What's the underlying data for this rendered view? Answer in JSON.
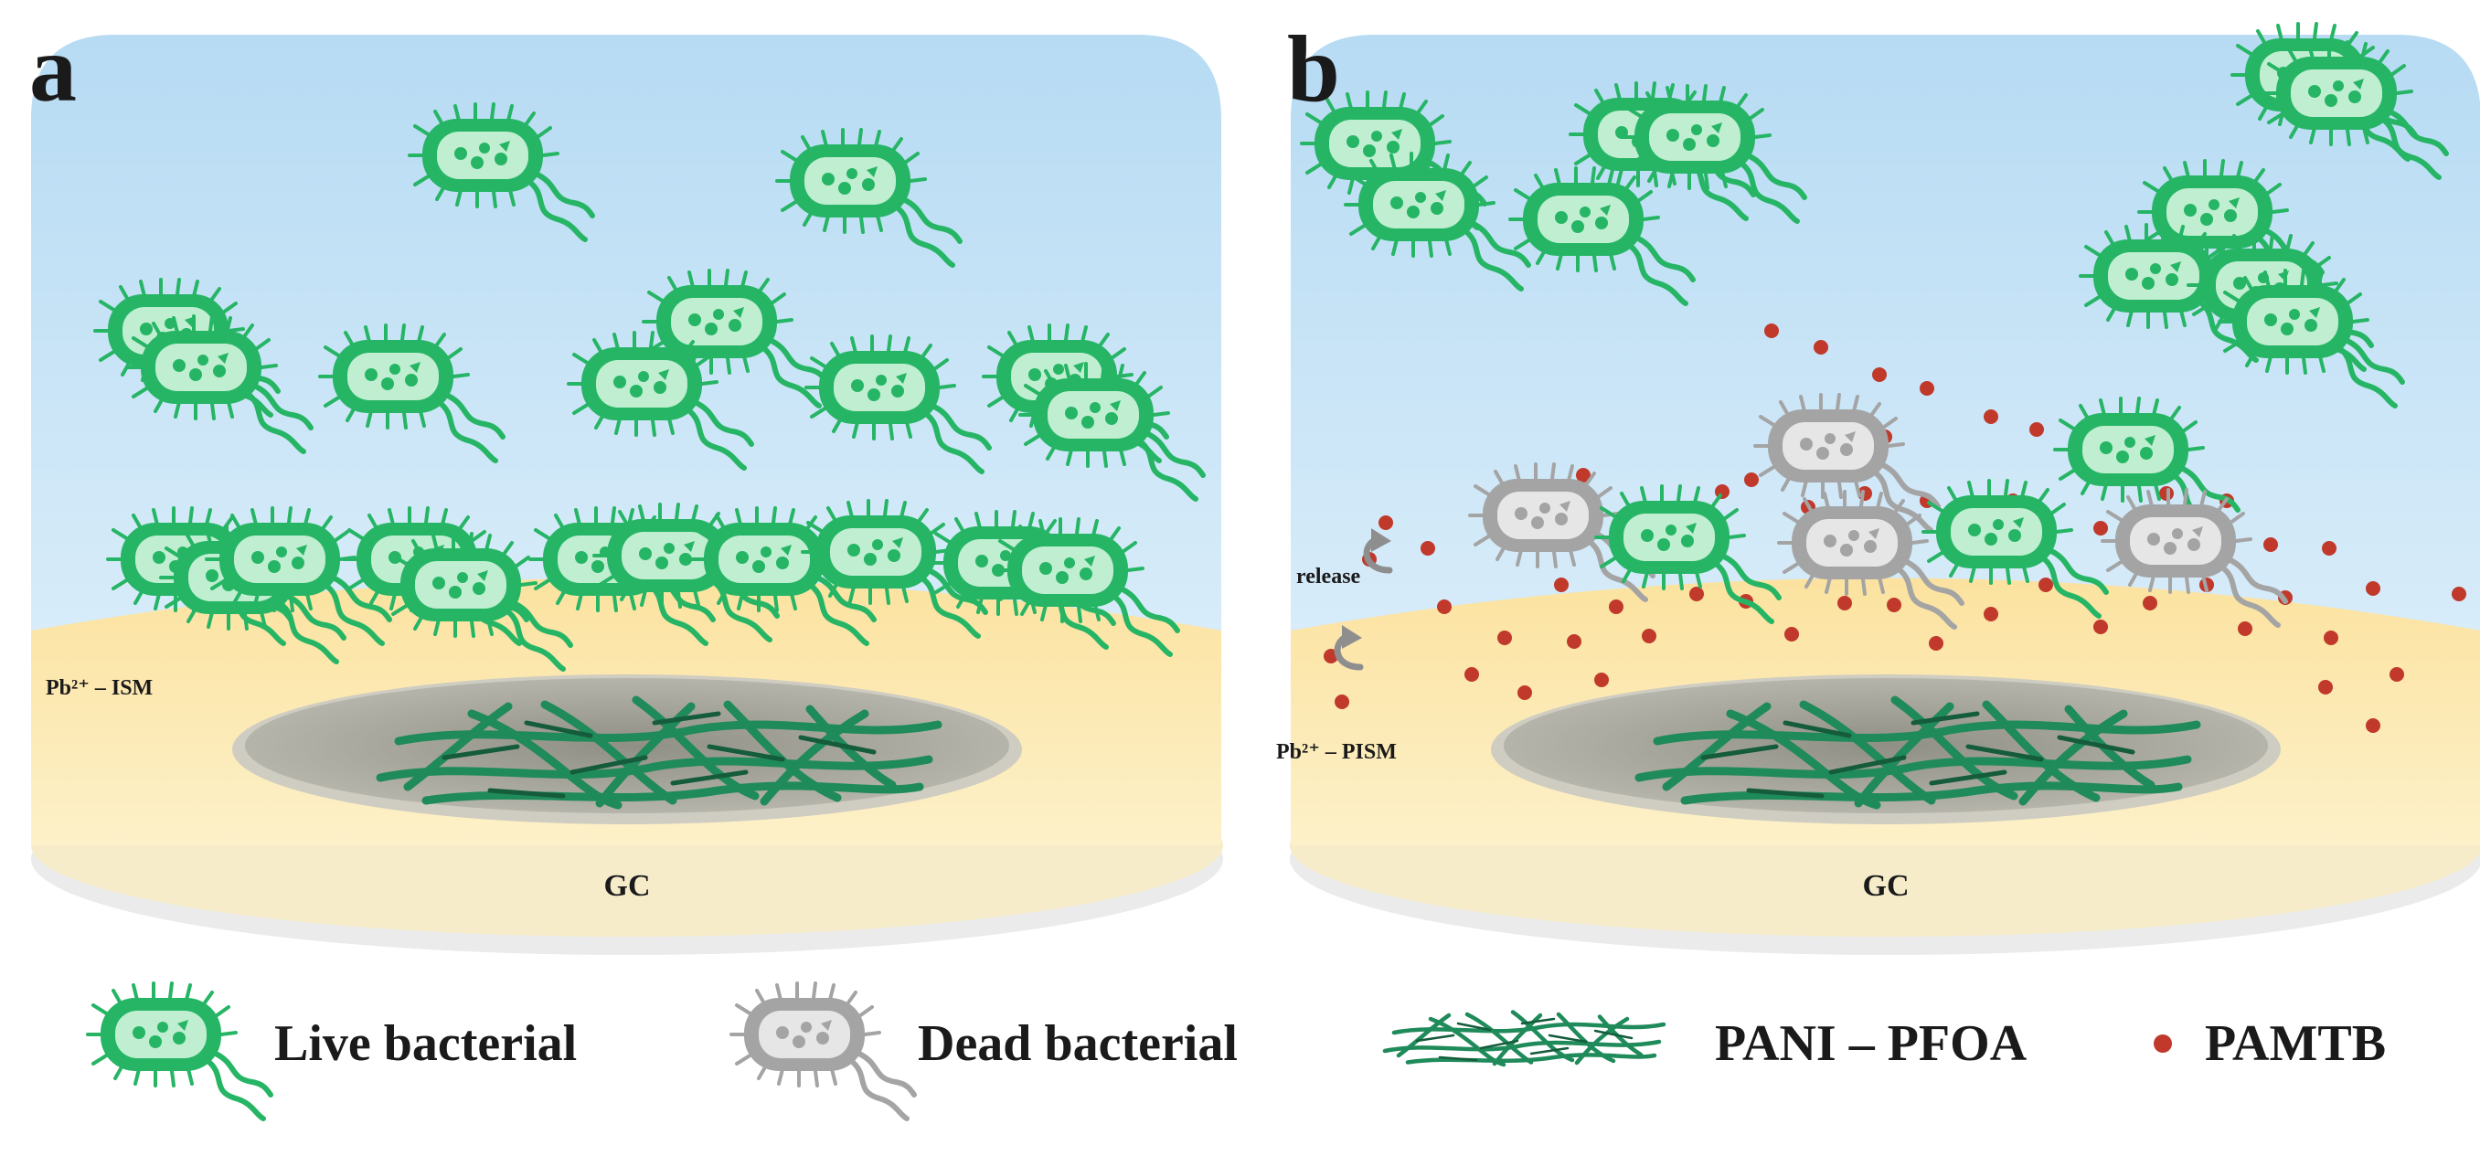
{
  "panels": [
    {
      "letter": "a",
      "membrane_label": "Pb²⁺ – ISM",
      "electrode_label": "GC"
    },
    {
      "letter": "b",
      "membrane_label": "Pb²⁺ – PISM",
      "electrode_label": "GC",
      "release_label": "release"
    }
  ],
  "legend": {
    "live": "Live bacterial",
    "dead": "Dead bacterial",
    "pani": "PANI – PFOA",
    "pamtb": "PAMTB"
  },
  "colors": {
    "water_top": "#b9dcf3",
    "water_bottom": "#e1f0fb",
    "membrane": "#fbe7ad",
    "disk": "#f5ebc8",
    "disk_rim": "#e2e2e2",
    "live_bacterium": "#26b565",
    "live_inner": "#bfeed0",
    "dead_bacterium": "#a4a4a4",
    "pani_fiber": "#1f8a5a",
    "pamtb_dot": "#c0392b",
    "electrode_grey": "#9b9b93"
  },
  "icons": [
    "live-bacterium-icon",
    "dead-bacterium-icon",
    "pani-network-icon",
    "pamtb-dot-icon",
    "release-arrow-icon"
  ]
}
